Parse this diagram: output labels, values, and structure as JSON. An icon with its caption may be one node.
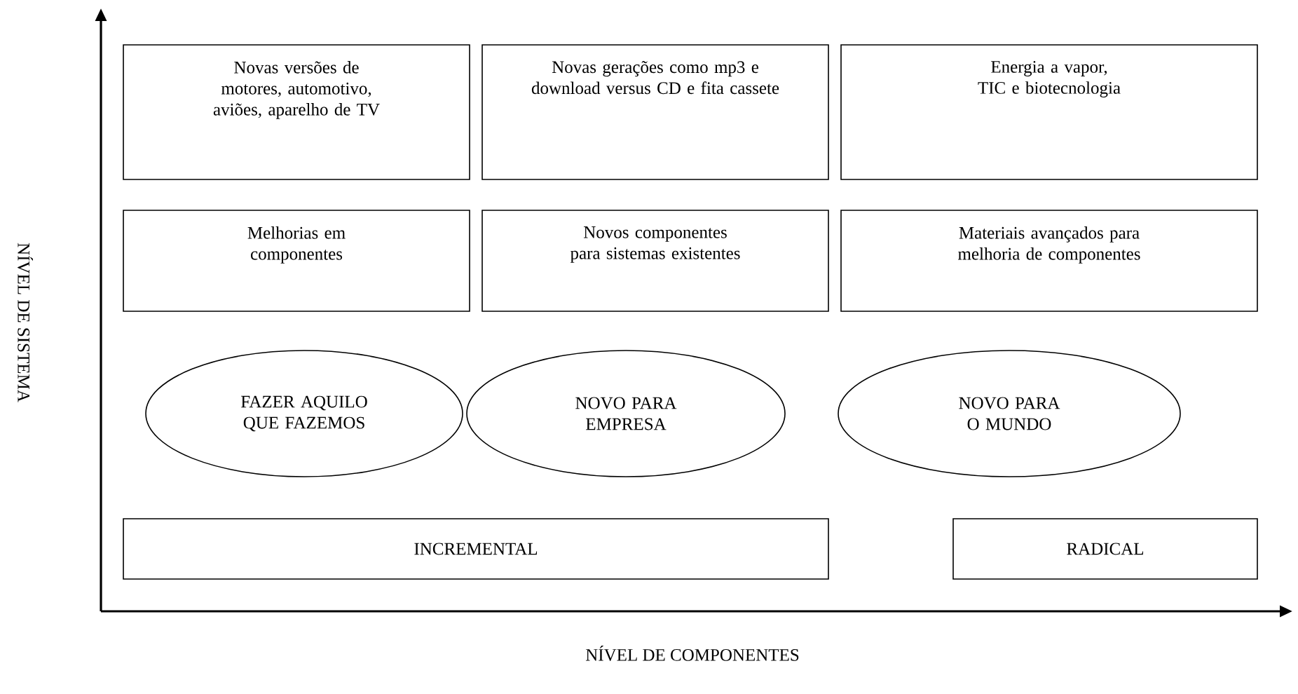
{
  "diagram": {
    "nodes": [
      {
        "text": [
          "Novas versões de motores, automotivo, aviões, aparelho de TV"
        ]
      },
      {
        "text": [
          "Novas gerações como mp3 e download versus CD e fita cassete"
        ]
      },
      {
        "text": [
          "Energia a vapor, TIC e biotecnologia"
        ]
      },
      {
        "text": [
          "Melhorias em componentes"
        ]
      },
      {
        "text": [
          "Novos componentes para sistemas existentes"
        ]
      },
      {
        "text": [
          "Materiais avançados para melhoria de componentes"
        ]
      },
      {
        "text": [
          "FAZER AQUILO QUE FAZEMOS"
        ]
      },
      {
        "text": [
          "NOVO PARA EMPRESA"
        ]
      },
      {
        "text": [
          "NOVO PARA O MUNDO"
        ]
      },
      {
        "text": [
          "INCREMENTAL"
        ]
      },
      {
        "text": [
          "RADICAL"
        ]
      }
    ],
    "labels": [
      "NÍVEL DE SISTEMA",
      "NÍVEL DE COMPONENTES"
    ]
  }
}
